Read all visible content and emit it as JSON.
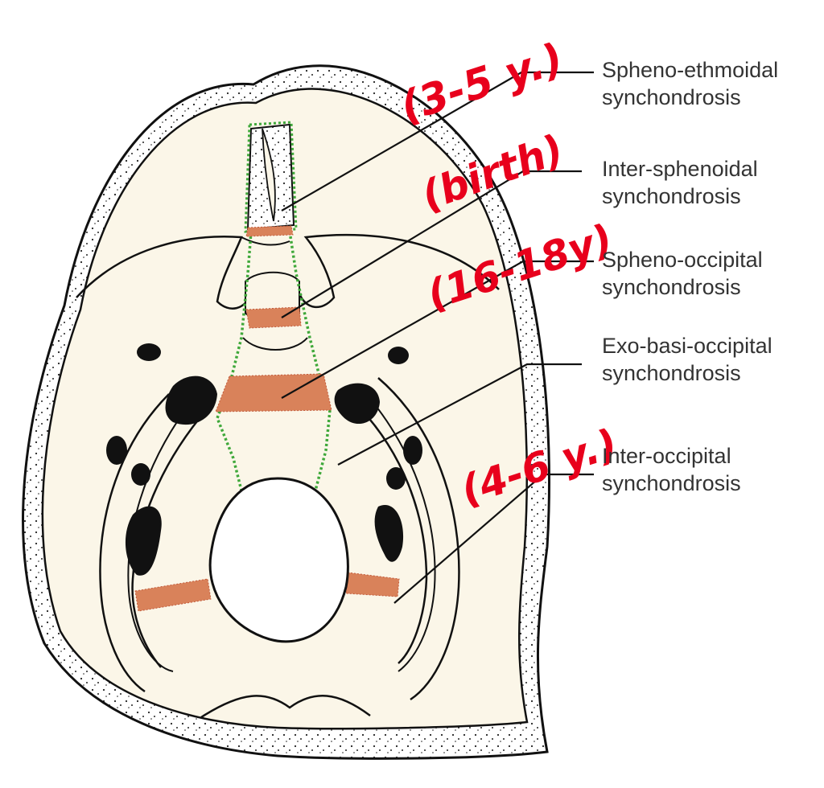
{
  "colors": {
    "skull_fill": "#fbf6e8",
    "outline": "#111111",
    "synchondrosis": "#d9825a",
    "dotted_outline": "#3fa83a",
    "annotation": "#e8001c",
    "label_text": "#333333"
  },
  "labels": [
    {
      "line1": "Spheno-ethmoidal",
      "line2": "synchondrosis"
    },
    {
      "line1": "Inter-sphenoidal",
      "line2": "synchondrosis"
    },
    {
      "line1": "Spheno-occipital",
      "line2": "synchondrosis"
    },
    {
      "line1": "Exo-basi-occipital",
      "line2": "synchondrosis"
    },
    {
      "line1": "Inter-occipital",
      "line2": "synchondrosis"
    }
  ],
  "annotations": {
    "spheno_ethmoidal": "(3-5 y.)",
    "inter_sphenoidal": "(birth)",
    "spheno_occipital": "(16-18y)",
    "inter_occipital": "(4-6 y.)"
  }
}
